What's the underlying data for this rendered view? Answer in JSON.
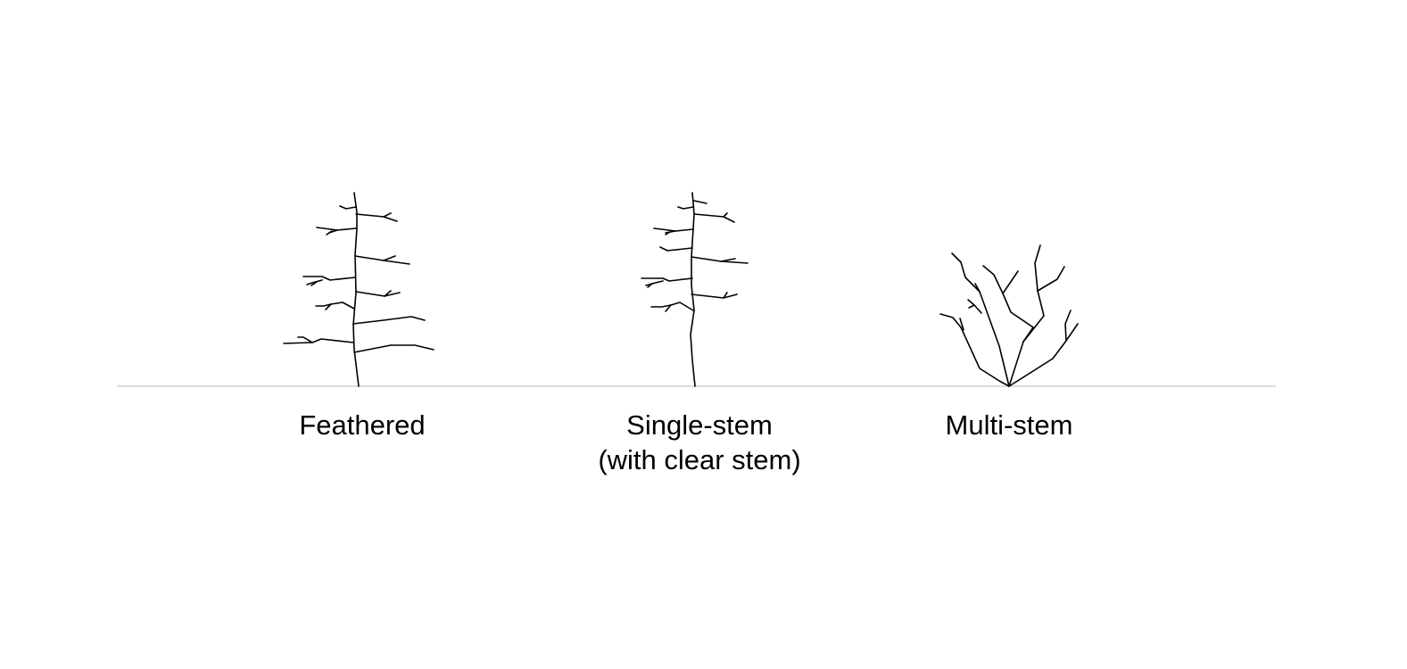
{
  "tree_forms": [
    {
      "label": "Feathered",
      "sublabel": ""
    },
    {
      "label": "Single-stem",
      "sublabel": "(with clear stem)"
    },
    {
      "label": "Multi-stem",
      "sublabel": ""
    }
  ],
  "colors": {
    "background": "#ffffff",
    "lines": "#000000",
    "ground_line": "#c8c8c8"
  }
}
